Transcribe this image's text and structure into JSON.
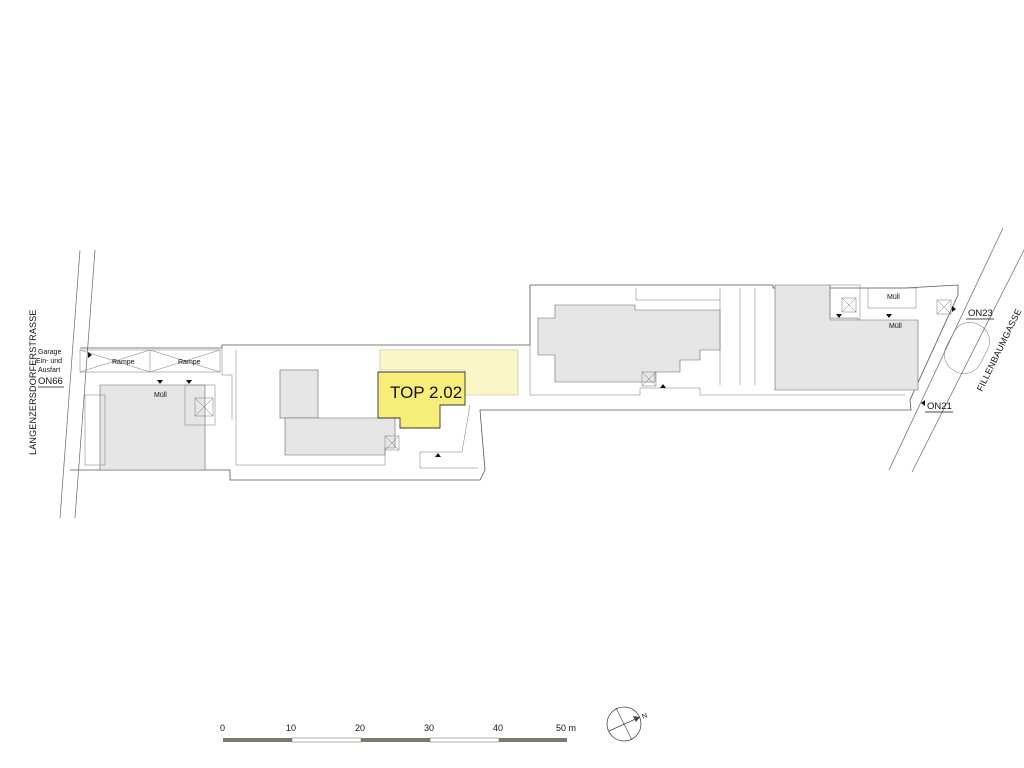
{
  "plan": {
    "unit_label": "TOP 2.02",
    "streets": {
      "west": "LANGENZERSDORFERSTRASSE",
      "east": "FILLENBAUMGASSE"
    },
    "entrances": {
      "on66": "ON66",
      "on23": "ON23",
      "on21": "ON21"
    },
    "garage": {
      "line1": "Garage",
      "line2": "Ein- und",
      "line3": "Ausfart"
    },
    "ramps": [
      "Rampe",
      "Rampe"
    ],
    "waste_rooms": [
      "Müll",
      "Müll",
      "Müll"
    ],
    "scale": {
      "ticks": [
        "0",
        "10",
        "20",
        "30",
        "40",
        "50 m"
      ]
    },
    "north_label": "N",
    "colors": {
      "unit_highlight": "#f7ee7a",
      "unit_terrace": "#fbf6c7",
      "building_fill": "#e6e6e6",
      "scale_dark": "#7a7a6e"
    }
  }
}
